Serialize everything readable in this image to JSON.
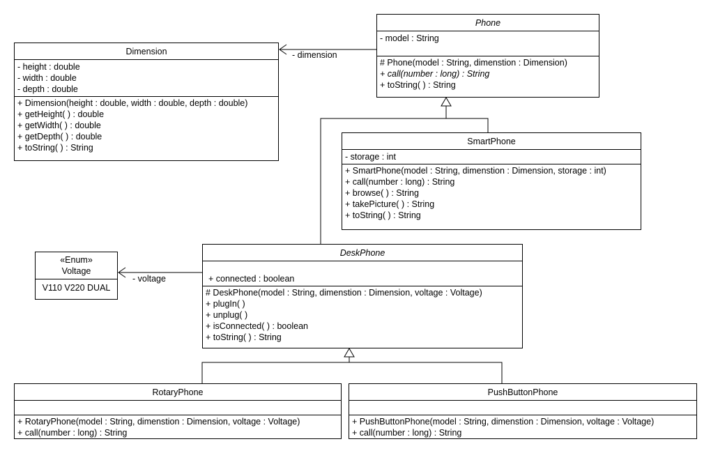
{
  "classes": {
    "phone": {
      "name": "Phone",
      "attributes": [
        "- model : String"
      ],
      "operations": [
        "# Phone(model : String, dimenstion : Dimension)",
        "+ call(number : long) : String",
        "+ toString( ) : String"
      ]
    },
    "dimension": {
      "name": "Dimension",
      "attributes": [
        "- height : double",
        "- width : double",
        "- depth : double"
      ],
      "operations": [
        "+ Dimension(height : double, width : double, depth : double)",
        "+ getHeight( ) : double",
        "+ getWidth( ) : double",
        "+ getDepth( ) : double",
        "+ toString( ) : String"
      ]
    },
    "smartphone": {
      "name": "SmartPhone",
      "attributes": [
        "- storage : int"
      ],
      "operations": [
        "+ SmartPhone(model : String, dimenstion : Dimension, storage : int)",
        "+ call(number : long) : String",
        "+ browse( ) : String",
        "+ takePicture( ) : String",
        "+ toString( ) : String"
      ]
    },
    "voltage": {
      "stereotype": "«Enum»",
      "name": "Voltage",
      "literals": "V110 V220 DUAL"
    },
    "deskphone": {
      "name": "DeskPhone",
      "attributes": [
        "+ connected : boolean"
      ],
      "operations": [
        "# DeskPhone(model : String, dimenstion : Dimension, voltage : Voltage)",
        "+ plugIn( )",
        "+ unplug( )",
        "+ isConnected( ) : boolean",
        "+ toString( ) : String"
      ]
    },
    "rotaryphone": {
      "name": "RotaryPhone",
      "attributes": [],
      "operations": [
        "+ RotaryPhone(model : String, dimenstion : Dimension, voltage : Voltage)",
        "+ call(number : long) : String"
      ]
    },
    "pushbuttonphone": {
      "name": "PushButtonPhone",
      "attributes": [],
      "operations": [
        "+ PushButtonPhone(model : String, dimenstion : Dimension, voltage : Voltage)",
        "+ call(number : long) : String"
      ]
    }
  },
  "associations": {
    "dimension_label": "- dimension",
    "voltage_label": "- voltage"
  }
}
